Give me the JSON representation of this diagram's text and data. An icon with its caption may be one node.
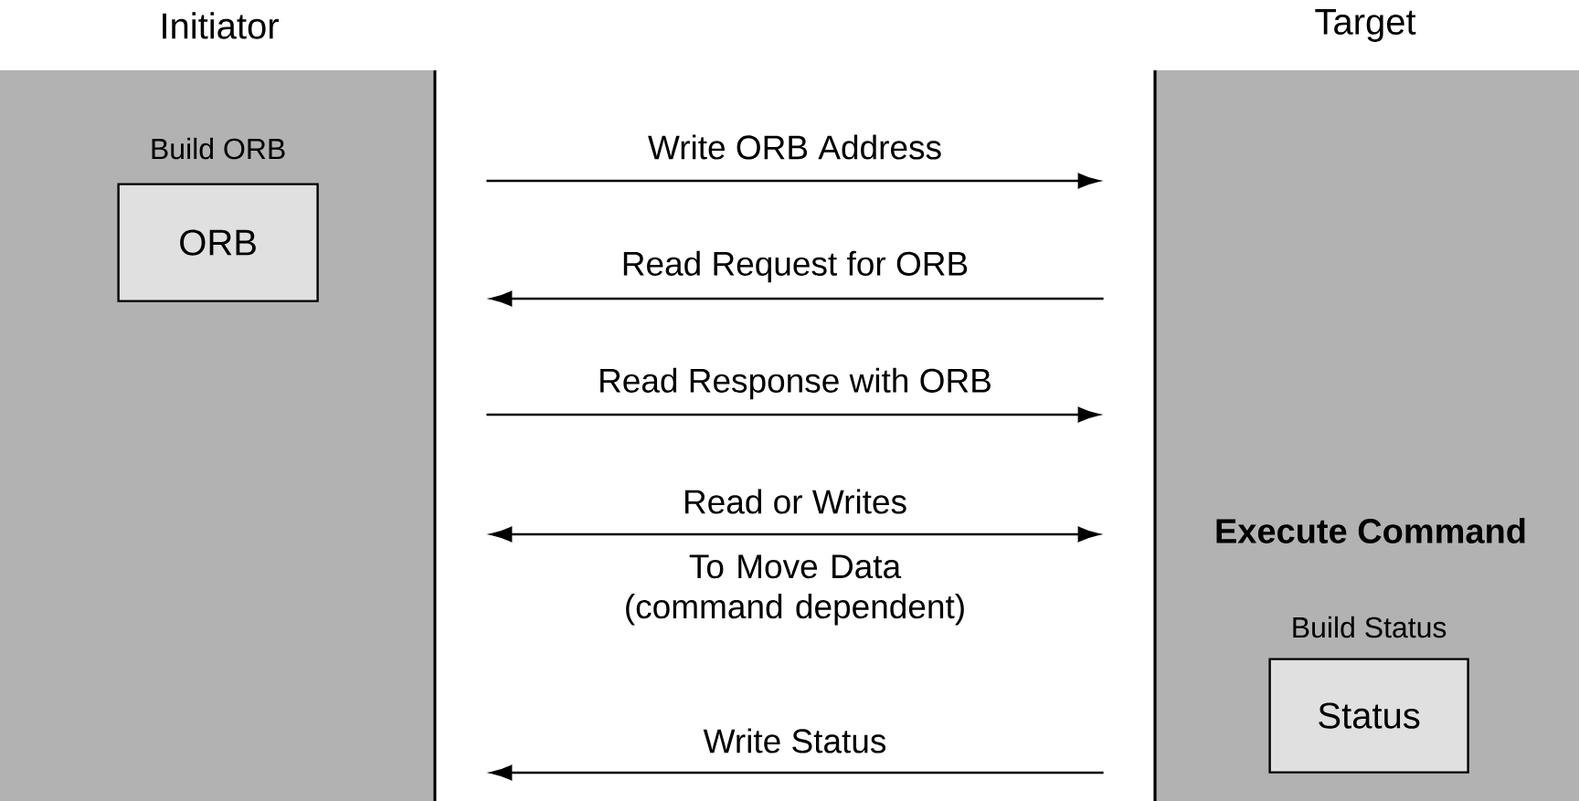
{
  "diagram": {
    "nodes": [
      {
        "text": [
          "Initiator"
        ]
      },
      {
        "text": [
          "Build ORB",
          "ORB"
        ],
        "in": 0
      },
      {
        "text": [
          "Target",
          "Execute Command"
        ]
      },
      {
        "text": [
          "Build Status",
          "Status"
        ],
        "in": 2
      }
    ],
    "edges": [
      {
        "from": 0,
        "to": 2,
        "arrow": "to",
        "label": "Write ORB Address"
      },
      {
        "from": 2,
        "to": 0,
        "arrow": "to",
        "label": "Read Request for ORB"
      },
      {
        "from": 0,
        "to": 2,
        "arrow": "to",
        "label": "Read Response with ORB"
      },
      {
        "from": 0,
        "to": 2,
        "arrow": "both",
        "label": "Read or Writes"
      },
      {
        "from": 2,
        "to": 0,
        "arrow": "to",
        "label": "Write Status"
      }
    ],
    "labels": [
      "To Move Data (command dependent)"
    ]
  }
}
